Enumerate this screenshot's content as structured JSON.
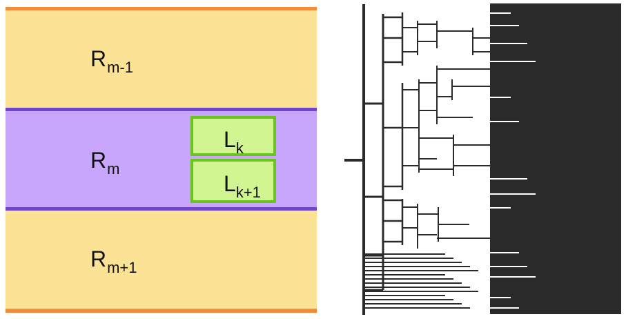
{
  "regions": {
    "upper": {
      "base": "R",
      "sub": "m-1"
    },
    "middle": {
      "base": "R",
      "sub": "m"
    },
    "lower": {
      "base": "R",
      "sub": "m+1"
    }
  },
  "blocks": {
    "first": {
      "base": "L",
      "sub": "k"
    },
    "second": {
      "base": "L",
      "sub": "k+1"
    }
  },
  "colors": {
    "region_fill": "#fce294",
    "region_border": "#f58c3a",
    "middle_fill": "#c7a6fb",
    "middle_border": "#7046c9",
    "block_fill": "#d1f590",
    "block_border": "#69c51c",
    "tree_ink": "#2a2a2a"
  }
}
